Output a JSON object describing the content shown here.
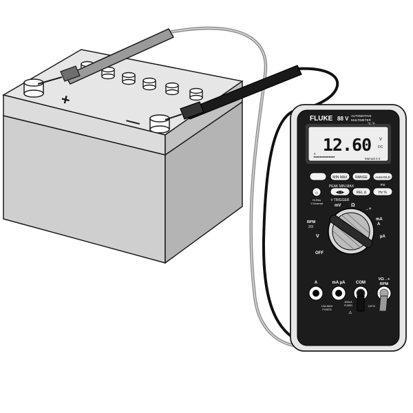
{
  "meter": {
    "brand": "FLUKE",
    "model": "88 V",
    "model_sub1": "AUTOMOTIVE",
    "model_sub2": "MULTIMETER",
    "display": {
      "reading": "12.60",
      "unit_v": "V",
      "unit_dc": "DC",
      "temp_units": "°C °F",
      "bar_zero": "0",
      "range_mode": "Manual  4  5"
    },
    "buttons": {
      "min_max": "MIN MAX",
      "range": "RANGE",
      "auto_hold": "AutoHOLD",
      "rel": "REL Δ",
      "hz_pct": "Hz %",
      "peak_label": "PEAK MIN MAX",
      "trigger_label": "± TRIGGER",
      "ms_label": "ms",
      "hires_label1": "Hi-Res",
      "hires_label2": "1 Decimal"
    },
    "dial": {
      "mv": "mV",
      "ohm": "Ω",
      "diode": "→+",
      "rpm": "RPM",
      "rpm_sub": "2/3",
      "volts": "V",
      "off": "OFF",
      "ma": "mA",
      "a": "A",
      "ua": "µA"
    },
    "jacks": {
      "a": "A",
      "ma_ua": "mA µA",
      "com": "COM",
      "v_rpm_top": "VΩ→+",
      "v_rpm_bottom": "RPM",
      "fuse_a1": "10A MAX",
      "fuse_a2": "FUSED",
      "fuse_ma1": "400mA",
      "fuse_ma2": "FUSED",
      "cat_label": "CAT III"
    }
  },
  "battery": {
    "positive_symbol": "+",
    "negative_symbol": "—"
  },
  "colors": {
    "outline": "#1a1a1a",
    "battery_top": "#e6e6e6",
    "battery_front": "#cfcfcf",
    "battery_side": "#b4b4b4",
    "meter_outer": "#e6e6e6",
    "meter_body": "#1c1c1c",
    "lcd": "#eeeeee",
    "red_lead": "#a8a8a8",
    "black_lead": "#111111"
  }
}
